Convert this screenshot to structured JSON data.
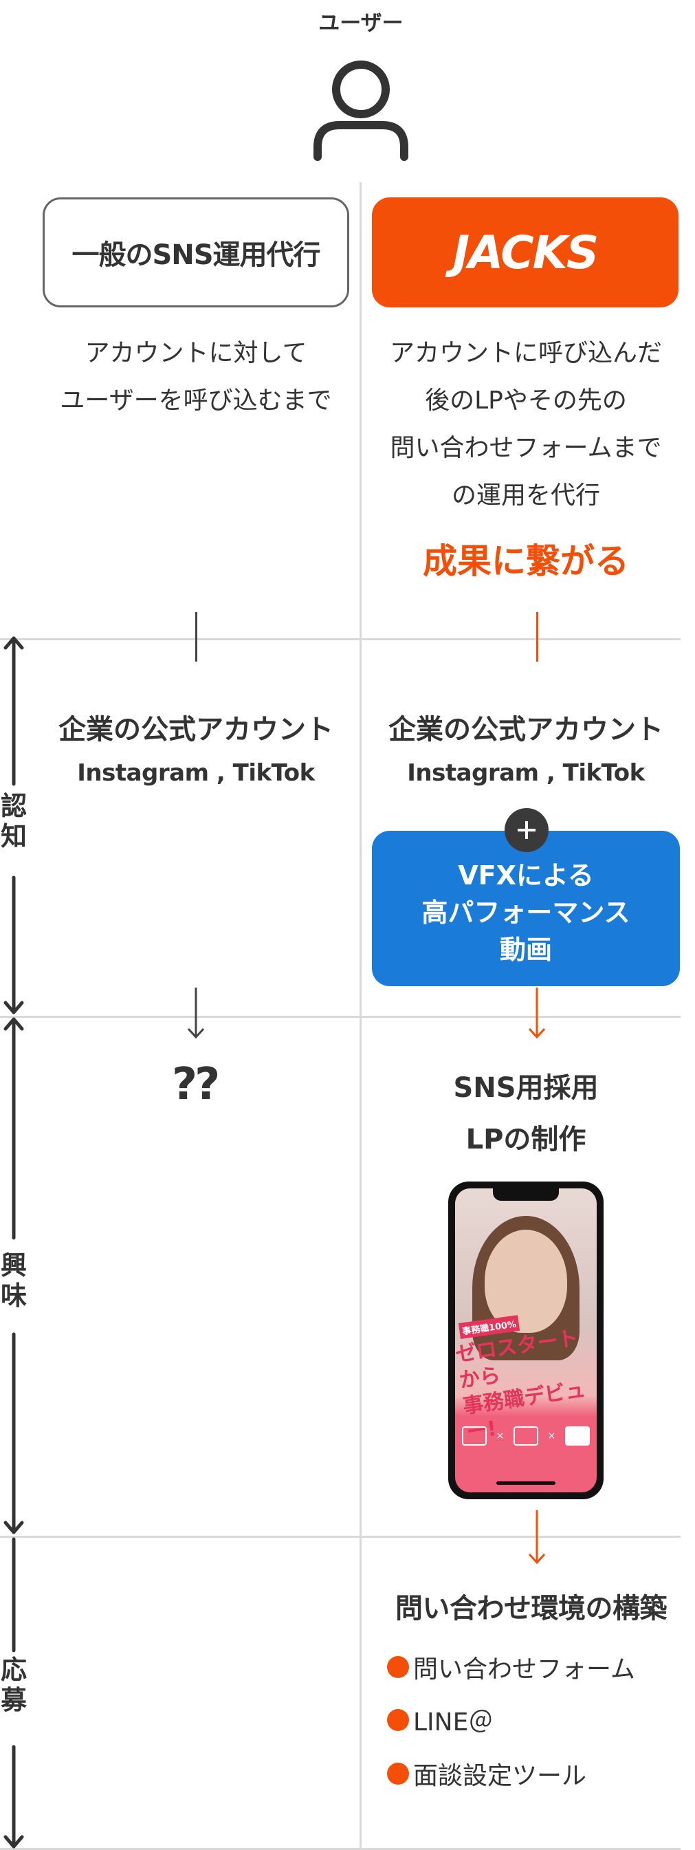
{
  "user": {
    "label": "ユーザー",
    "icon": "person-icon"
  },
  "columns": {
    "left": {
      "header": "一般のSNS運用代行",
      "description": [
        "アカウントに対して",
        "ユーザーを呼び込むまで"
      ]
    },
    "right": {
      "header": "JACKS",
      "description": [
        "アカウントに呼び込んだ",
        "後のLPやその先の",
        "問い合わせフォームまで",
        "の運用を代行"
      ],
      "result": "成果に繋がる"
    }
  },
  "stages": {
    "awareness": {
      "label": [
        "認",
        "知"
      ],
      "left": {
        "title": "企業の公式アカウント",
        "sub": "Instagram , TikTok"
      },
      "right": {
        "title": "企業の公式アカウント",
        "sub": "Instagram , TikTok",
        "extra": [
          "VFXによる",
          "高パフォーマンス",
          "動画"
        ]
      }
    },
    "interest": {
      "label": [
        "興",
        "味"
      ],
      "left": {
        "text": "??"
      },
      "right": {
        "title": [
          "SNS用採用",
          "LPの制作"
        ],
        "phone": {
          "hero": [
            "ゼロスタートから",
            "事務職デビュー!"
          ],
          "badge": "事務職100%"
        }
      }
    },
    "application": {
      "label": [
        "応",
        "募"
      ],
      "right": {
        "title": "問い合わせ環境の構築",
        "items": [
          "問い合わせフォーム",
          "LINE＠",
          "面談設定ツール"
        ]
      }
    }
  },
  "colors": {
    "accent": "#f44f09",
    "vfx": "#1a7bd9",
    "divider": "#d9d9d9",
    "text": "#333333"
  }
}
